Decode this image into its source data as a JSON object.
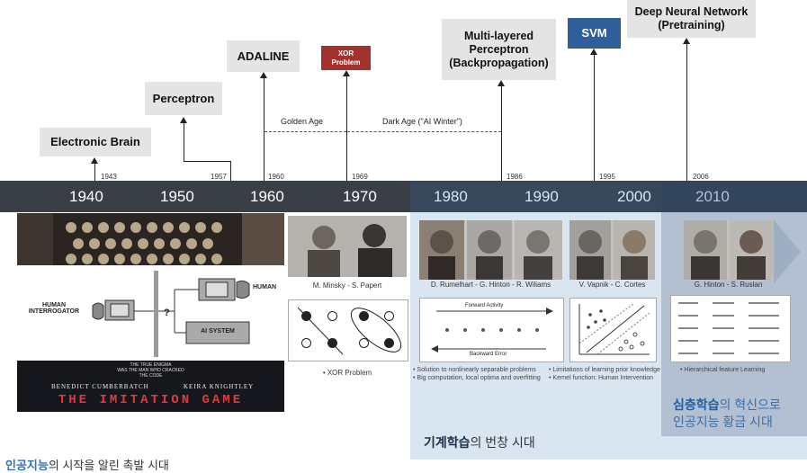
{
  "milestones": [
    {
      "label": "Electronic Brain",
      "year": "1943"
    },
    {
      "label": "Perceptron",
      "year": "1957"
    },
    {
      "label": "ADALINE",
      "year": "1960"
    },
    {
      "label": "XOR\nProblem",
      "year": "1969"
    },
    {
      "label": "Multi-layered\nPerceptron\n(Backpropagation)",
      "year": "1986"
    },
    {
      "label": "SVM",
      "year": "1995"
    },
    {
      "label": "Deep Neural Network\n(Pretraining)",
      "year": "2006"
    }
  ],
  "periods": {
    "golden": "Golden Age",
    "dark": "Dark Age (\"AI Winter\")"
  },
  "decades": [
    "1940",
    "1950",
    "1960",
    "1970",
    "1980",
    "1990",
    "2000",
    "2010"
  ],
  "turing": {
    "human_right": "HUMAN",
    "interrogator": "HUMAN\nINTERROGATOR",
    "question": "?",
    "ai_system": "AI SYSTEM"
  },
  "movie": {
    "tagline": "THE TRUE ENIGMA\nWAS THE MAN WHO CRACKED\nTHE CODE",
    "actor1": "BENEDICT CUMBERBATCH",
    "actor2": "KEIRA KNIGHTLEY",
    "title": "THE IMITATION GAME"
  },
  "captions": {
    "minsky": "M. Minsky - S. Papert",
    "xor": "• XOR Problem",
    "rumelhart": "D. Rumelhart - G. Hinton - R. Wiliams",
    "vapnik": "V. Vapnik - C. Cortes",
    "hinton": "G. Hinton - S. Ruslan"
  },
  "bp_diagram": {
    "forward": "Forward Activity",
    "backward": "Backward Error"
  },
  "notes": {
    "ml1": "• Solution to nonlinearly separable problems\n• Big computation, local optima and overfitting",
    "svm": "• Limitations of learning prior knowledge\n• Kernel function: Human Intervention",
    "dl": "• Hierarchical feature Learning"
  },
  "eras": {
    "ai_start_bold": "인공지능",
    "ai_start_rest": "의 시작을 알린 촉발 시대",
    "ml_bold": "기계학습",
    "ml_rest": "의 번창 시대",
    "dl_bold": "심층학습",
    "dl_rest1": "의 혁신으로",
    "dl_rest2": "인공지능 황금 시대"
  },
  "colors": {
    "xor_box": "#a3322c",
    "svm_box": "#2f5f9a",
    "era_blue": "#2f72b8",
    "bar": "#3a3f46"
  }
}
